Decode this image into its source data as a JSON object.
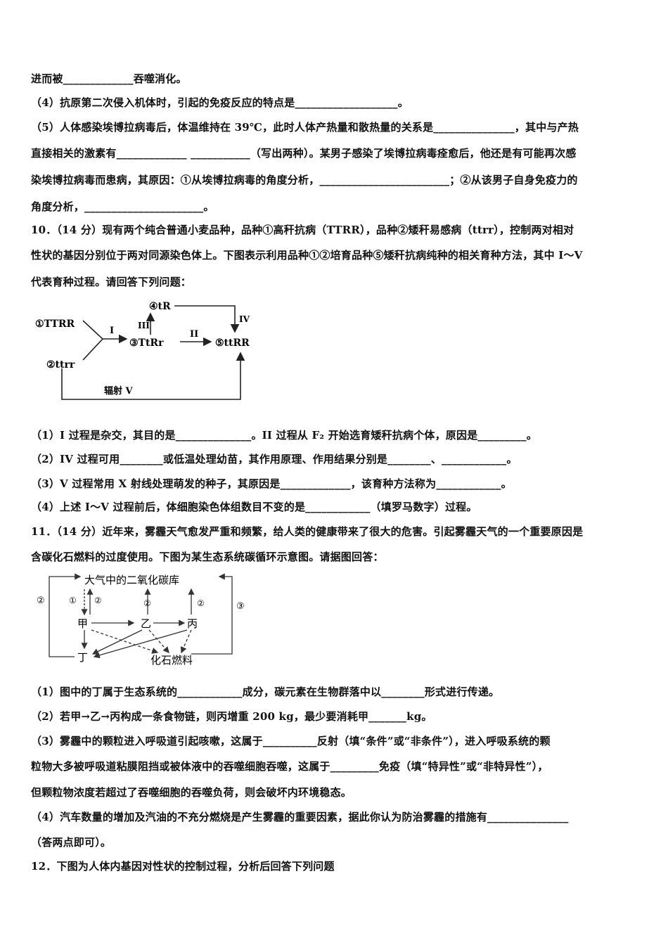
{
  "lines": [
    "进而被_____________吞噬消化。",
    "（4）抗原第二次侵入机体时，引起的免疫反应的特点是___________________。",
    "（5）人体感染埃博拉病毒后，体温维持在 39℃，此时人体产热量和散热量的关系是_______________，其中与产热",
    "直接相关的激素有_____________ ___________（写出两种）。某男子感染了埃博拉病毒痊愈后，他还是有可能再次感",
    "染埃博拉病毒而患病，其原因：①从埃博拉病毒的角度分析，________________________；②从该男子自身免疫力的",
    "角度分析，______________________。",
    "10．（14 分）现有两个纯合普通小麦品种，品种①高秆抗病（TTRR），品种②矮秆易感病（ttrr），控制两对相对",
    "性状的基因分别位于两对同源染色体上。下图表示利用品种①②培育品种⑤矮秆抗病纯种的相关育种方法，其中 I～V",
    "代表育种过程。请回答下列问题：",
    "（1）I 过程是杂交，其目的是______________。II 过程从 F₂ 开始选育矮秆抗病个体，原因是_________。",
    "（2）IV 过程可用________或低温处理幼苗，其作用原理、作用结果分别是________、____________。",
    "（3）V 过程常用 X 射线处理萌发的种子，其原因是_____________，该育种方法称为____________。",
    "（4）上述 I～V 过程前后，体细胞染色体组数目不变的是____________（填罗马数字）过程。",
    "11．（14 分）近年来，雾霾天气愈发严重和频繁，给人类的健康带来了很大的危害。引起雾霾天气的一个重要原因是",
    "含碳化石燃料的过度使用。下图为某生态系统碳循环示意图。请据图回答：",
    "（1）图中的丁属于生态系统的____________成分，碳元素在生物群落中以________形式进行传递。",
    "（2）若甲→乙→丙构成一条食物链，则丙增重 200 kg，最少要消耗甲_______kg。",
    "（3）雾霾中的颗粒进入呼吸道引起咳嗽，这属于__________反射（填“条件”或“非条件”），进入呼吸系统的颗",
    "粒物大多被呼吸道粘膜阻挡或被体液中的吞噬细胞吞噬，这属于_________免疫（填“特异性”或“非特异性”），",
    "但颗粒物浓度若超过了吞噬细胞的吞噬负荷，则会破坏内环境稳态。",
    "（4）汽车数量的增加及汽油的不充分燃烧是产生雾霾的重要因素，据此你认为防治雾霾的措施有_______________",
    "（答两点即可）。",
    "12．下图为人体内基因对性状的控制过程，分析后回答下列问题"
  ],
  "breeding_diagram": {
    "n1": "①TTRR",
    "n2": "②ttrr",
    "n3": "③TtRr",
    "n4": "④tR",
    "n5": "⑤ttRR",
    "p1": "I",
    "p2": "II",
    "p3": "III",
    "p4": "IV",
    "p5": "辐射 V"
  },
  "carbon_diagram": {
    "atmosphere": "大气中的二氧化碳库",
    "jia": "甲",
    "yi": "乙",
    "bing": "丙",
    "ding": "丁",
    "fuel": "化石燃料",
    "c1": "①",
    "c2": "②",
    "c3": "③"
  }
}
